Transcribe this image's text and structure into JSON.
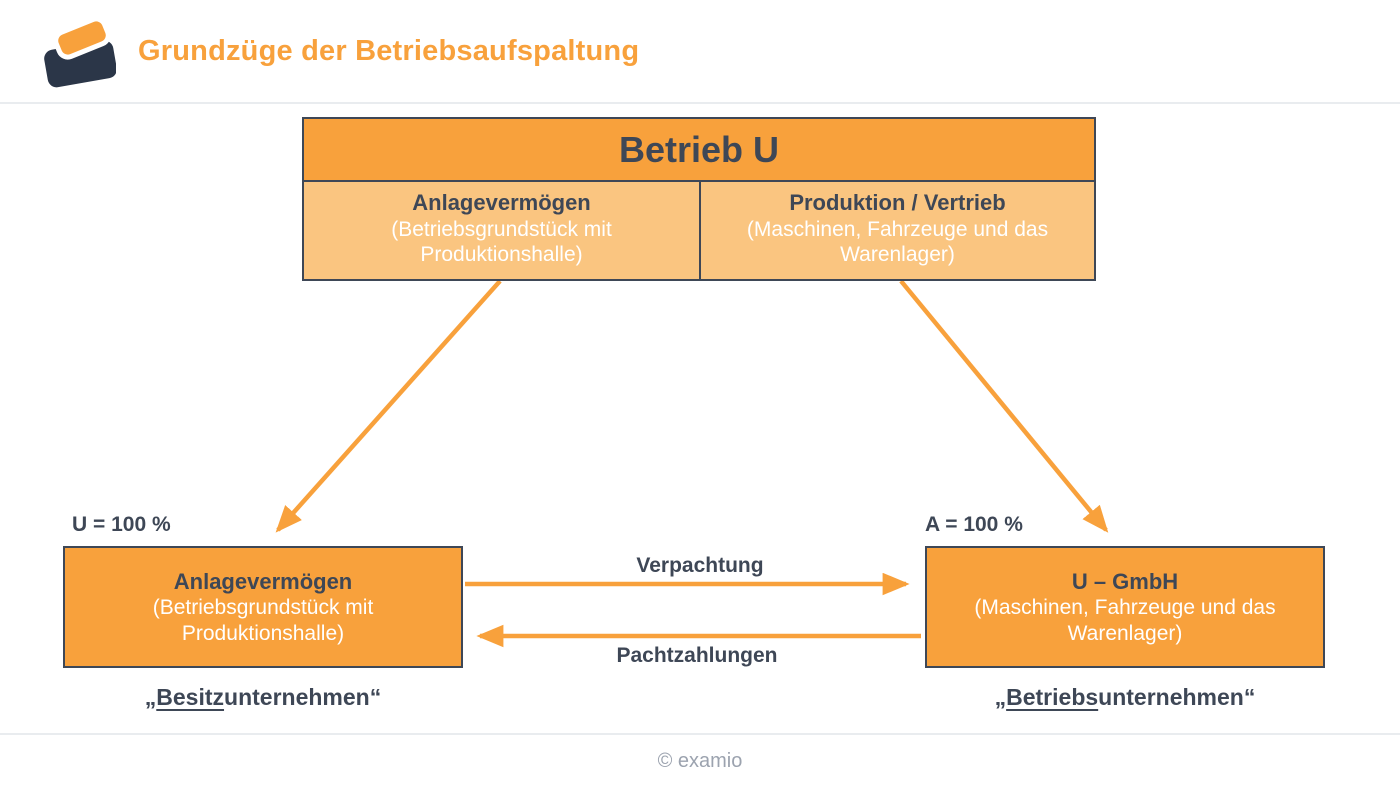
{
  "header": {
    "title": "Grundzüge der Betriebsaufspaltung",
    "logo": "examio-logo"
  },
  "diagram": {
    "top_box": {
      "title": "Betrieb U",
      "left_cell": {
        "title": "Anlagevermögen",
        "subtitle": "(Betriebsgrundstück mit Produktionshalle)"
      },
      "right_cell": {
        "title": "Produktion / Vertrieb",
        "subtitle": "(Maschinen, Fahrzeuge und das Warenlager)"
      }
    },
    "left_box": {
      "owner_label": "U = 100 %",
      "title": "Anlagevermögen",
      "subtitle": "(Betriebsgrundstück mit Produktionshalle)",
      "caption": {
        "open": "„",
        "underlined": "Besitz",
        "rest": "unternehmen“"
      }
    },
    "right_box": {
      "owner_label": "A = 100 %",
      "title": "U – GmbH",
      "subtitle": "(Maschinen, Fahrzeuge und das Warenlager)",
      "caption": {
        "open": "„",
        "underlined": "Betriebs",
        "rest": "unternehmen“"
      }
    },
    "arrows": {
      "lease_label": "Verpachtung",
      "payment_label": "Pachtzahlungen"
    }
  },
  "footer": {
    "copyright": "© examio"
  },
  "colors": {
    "orange": "#F8A13C",
    "light_orange": "#FAC580",
    "dark": "#3E4756",
    "divider_gray": "#E9ECEF",
    "footer_gray": "#9CA3AF"
  }
}
